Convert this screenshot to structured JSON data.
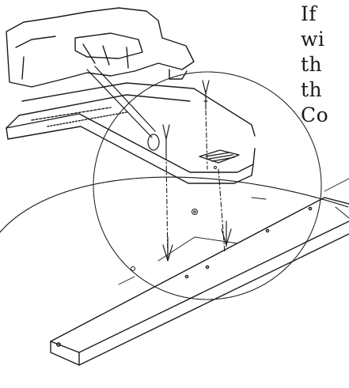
{
  "figure": {
    "kind": "line-drawing",
    "subject": "installation-detail",
    "ink_color": "#1a1a1a",
    "paper_color": "#ffffff"
  },
  "side_text": {
    "lines": [
      "If",
      "wi",
      "th",
      "th",
      "Co"
    ]
  }
}
